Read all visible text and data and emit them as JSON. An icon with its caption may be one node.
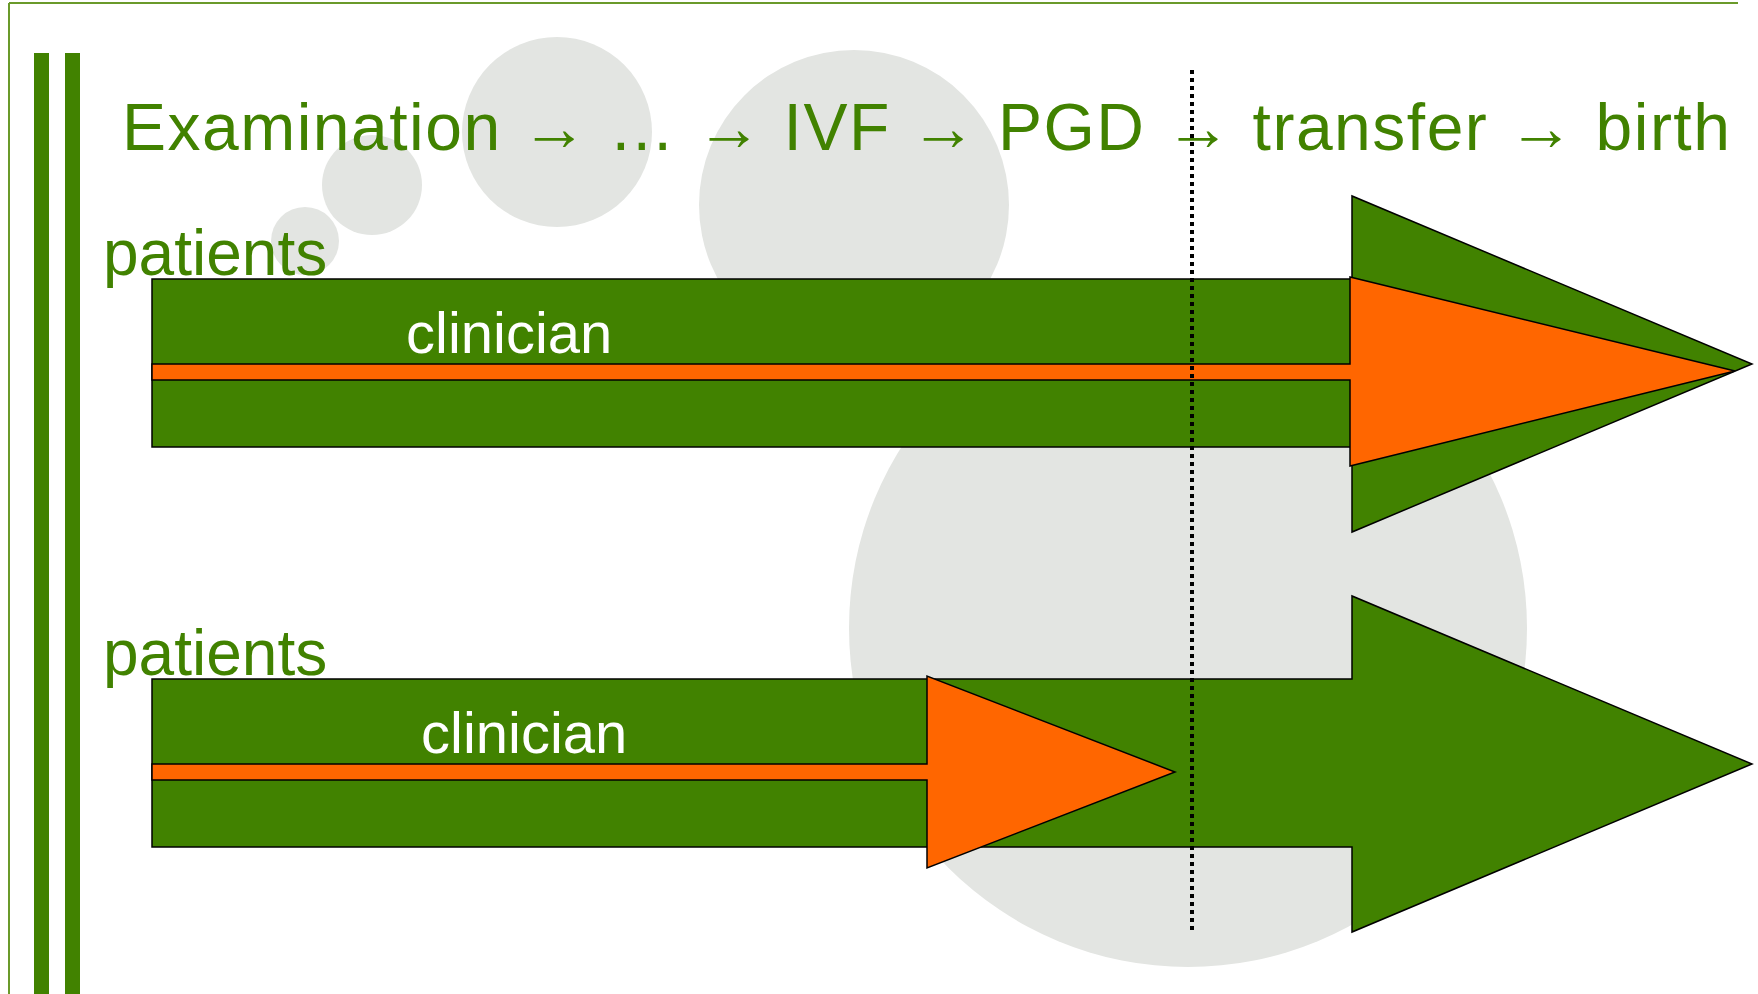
{
  "diagram": {
    "title": "Examination → … → IVF → PGD → transfer → birth",
    "nodes": [
      {
        "text": [
          "patients"
        ]
      },
      {
        "text": [
          "clinician"
        ],
        "in": 0
      },
      {
        "text": [
          "patients"
        ]
      },
      {
        "text": [
          "clinician"
        ],
        "in": 2
      }
    ]
  }
}
